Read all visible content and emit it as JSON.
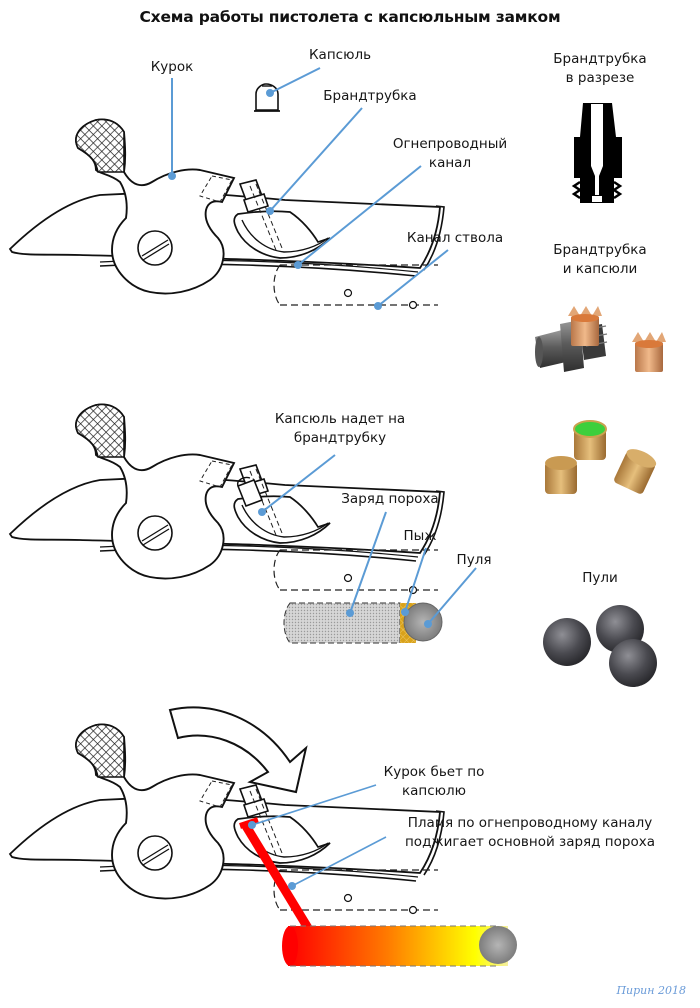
{
  "title": "Схема работы пистолета с капсюльным замком",
  "colors": {
    "leader": "#5b9bd5",
    "outline": "#111111",
    "flame_start": "#ff0000",
    "flame_mid": "#ff8c00",
    "flame_end": "#ffff00",
    "wad": "#d9a21b",
    "powder": "#c8c8c8",
    "ball": "#8a8a8a",
    "signature": "#6a9bd8"
  },
  "panels": [
    {
      "id": "panel-1",
      "labels": {
        "hammer": "Курок",
        "cap": "Капсюль",
        "nipple": "Брандтрубка",
        "flash_channel_line1": "Огнепроводный",
        "flash_channel_line2": "канал",
        "bore": "Канал ствола"
      }
    },
    {
      "id": "panel-2",
      "labels": {
        "cap_on_nipple_line1": "Капсюль надет на",
        "cap_on_nipple_line2": "брандтрубку",
        "powder_charge": "Заряд пороха",
        "wad": "Пыж",
        "bullet": "Пуля"
      }
    },
    {
      "id": "panel-3",
      "labels": {
        "hammer_strikes_line1": "Курок бьет по",
        "hammer_strikes_line2": "капсюлю",
        "flame_line1": "Пламя по огнепроводному каналу",
        "flame_line2": "поджигает основной заряд пороха"
      }
    }
  ],
  "sidebar": {
    "nipple_section_line1": "Брандтрубка",
    "nipple_section_line2": "в разрезе",
    "nipple_and_caps_line1": "Брандтрубка",
    "nipple_and_caps_line2": "и капсюли",
    "bullets": "Пули"
  },
  "signature": "Пирин 2018"
}
